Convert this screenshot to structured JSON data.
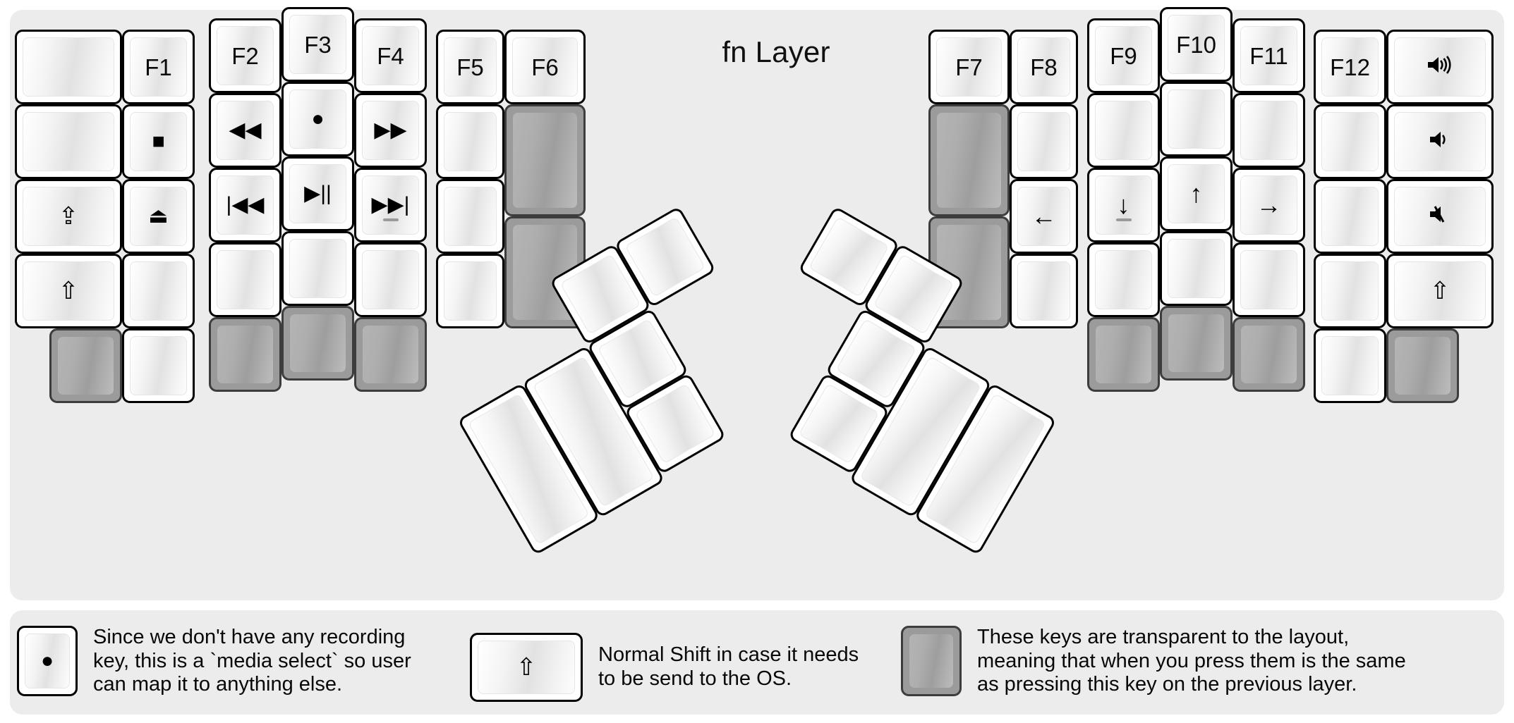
{
  "title": "fn Layer",
  "colors": {
    "background": "#ffffff",
    "panel": "#ececec",
    "key_face": "#ffffff",
    "key_border": "#000000",
    "transparent_key": "#9b9b9b",
    "text": "#0b0b0b"
  },
  "icons": {
    "record": "●",
    "stop": "■",
    "eject": "⏏",
    "rewind": "◀◀",
    "fast_forward": "▶▶",
    "previous_track": "|◀◀",
    "play_pause": "▶||",
    "next_track": "▶▶|",
    "caps_lock": "⇪",
    "shift": "⇧",
    "arrow_left": "←",
    "arrow_down": "↓",
    "arrow_up": "↑",
    "arrow_right": "→",
    "volume_up": "🔊",
    "volume_down": "🔉",
    "mute": "🔇"
  },
  "left_half": {
    "columns": [
      {
        "name": "col-pinky-outer",
        "keys": [
          {
            "legend": "",
            "icon": "",
            "type": "blank"
          },
          {
            "legend": "",
            "icon": "",
            "type": "blank"
          },
          {
            "legend": "",
            "icon": "caps-lock-icon",
            "type": "icon"
          },
          {
            "legend": "",
            "icon": "shift-icon",
            "type": "icon"
          },
          {
            "legend": "",
            "icon": "",
            "type": "transparent"
          }
        ]
      },
      {
        "name": "col-pinky",
        "keys": [
          {
            "legend": "F1",
            "icon": "",
            "type": "text"
          },
          {
            "legend": "",
            "icon": "stop-icon",
            "type": "icon"
          },
          {
            "legend": "",
            "icon": "eject-icon",
            "type": "icon"
          },
          {
            "legend": "",
            "icon": "",
            "type": "blank"
          },
          {
            "legend": "",
            "icon": "",
            "type": "blank"
          }
        ]
      },
      {
        "name": "col-ring",
        "keys": [
          {
            "legend": "F2",
            "icon": "",
            "type": "text"
          },
          {
            "legend": "",
            "icon": "rewind-icon",
            "type": "icon"
          },
          {
            "legend": "",
            "icon": "previous-track-icon",
            "type": "icon"
          },
          {
            "legend": "",
            "icon": "",
            "type": "blank"
          },
          {
            "legend": "",
            "icon": "",
            "type": "transparent"
          }
        ]
      },
      {
        "name": "col-middle",
        "keys": [
          {
            "legend": "F3",
            "icon": "",
            "type": "text"
          },
          {
            "legend": "",
            "icon": "record-icon",
            "type": "icon"
          },
          {
            "legend": "",
            "icon": "play-pause-icon",
            "type": "icon"
          },
          {
            "legend": "",
            "icon": "",
            "type": "blank"
          },
          {
            "legend": "",
            "icon": "",
            "type": "transparent"
          }
        ]
      },
      {
        "name": "col-index",
        "keys": [
          {
            "legend": "F4",
            "icon": "",
            "type": "text"
          },
          {
            "legend": "",
            "icon": "fast-forward-icon",
            "type": "icon"
          },
          {
            "legend": "",
            "icon": "next-track-icon",
            "type": "icon",
            "homing": true
          },
          {
            "legend": "",
            "icon": "",
            "type": "blank"
          },
          {
            "legend": "",
            "icon": "",
            "type": "transparent"
          }
        ]
      },
      {
        "name": "col-index-inner",
        "keys": [
          {
            "legend": "F5",
            "icon": "",
            "type": "text"
          },
          {
            "legend": "",
            "icon": "",
            "type": "blank"
          },
          {
            "legend": "",
            "icon": "",
            "type": "blank"
          },
          {
            "legend": "",
            "icon": "",
            "type": "blank"
          }
        ]
      },
      {
        "name": "col-thumb-outer",
        "keys": [
          {
            "legend": "F6",
            "icon": "",
            "type": "text"
          },
          {
            "legend": "",
            "icon": "",
            "type": "transparent"
          },
          {
            "legend": "",
            "icon": "",
            "type": "transparent"
          }
        ]
      }
    ],
    "thumb_cluster": {
      "name": "left-thumb-cluster",
      "rotation_deg": -30,
      "keys": [
        {
          "legend": "",
          "icon": "",
          "type": "blank",
          "size": "1.5u-tall"
        },
        {
          "legend": "",
          "icon": "",
          "type": "blank",
          "size": "1.5u-tall"
        },
        {
          "legend": "",
          "icon": "",
          "type": "blank",
          "size": "1u"
        },
        {
          "legend": "",
          "icon": "",
          "type": "blank",
          "size": "1u"
        },
        {
          "legend": "",
          "icon": "",
          "type": "blank",
          "size": "1u"
        },
        {
          "legend": "",
          "icon": "",
          "type": "blank",
          "size": "1u"
        }
      ]
    }
  },
  "right_half": {
    "columns": [
      {
        "name": "col-thumb-outer",
        "keys": [
          {
            "legend": "F7",
            "icon": "",
            "type": "text"
          },
          {
            "legend": "",
            "icon": "",
            "type": "transparent"
          },
          {
            "legend": "",
            "icon": "",
            "type": "transparent"
          }
        ]
      },
      {
        "name": "col-index-inner",
        "keys": [
          {
            "legend": "F8",
            "icon": "",
            "type": "text"
          },
          {
            "legend": "",
            "icon": "",
            "type": "blank"
          },
          {
            "legend": "",
            "icon": "arrow-left-icon",
            "type": "icon"
          },
          {
            "legend": "",
            "icon": "",
            "type": "blank"
          }
        ]
      },
      {
        "name": "col-index",
        "keys": [
          {
            "legend": "F9",
            "icon": "",
            "type": "text"
          },
          {
            "legend": "",
            "icon": "",
            "type": "blank"
          },
          {
            "legend": "",
            "icon": "arrow-down-icon",
            "type": "icon",
            "homing": true
          },
          {
            "legend": "",
            "icon": "",
            "type": "blank"
          },
          {
            "legend": "",
            "icon": "",
            "type": "transparent"
          }
        ]
      },
      {
        "name": "col-middle",
        "keys": [
          {
            "legend": "F10",
            "icon": "",
            "type": "text"
          },
          {
            "legend": "",
            "icon": "",
            "type": "blank"
          },
          {
            "legend": "",
            "icon": "arrow-up-icon",
            "type": "icon"
          },
          {
            "legend": "",
            "icon": "",
            "type": "blank"
          },
          {
            "legend": "",
            "icon": "",
            "type": "transparent"
          }
        ]
      },
      {
        "name": "col-ring",
        "keys": [
          {
            "legend": "F11",
            "icon": "",
            "type": "text"
          },
          {
            "legend": "",
            "icon": "",
            "type": "blank"
          },
          {
            "legend": "",
            "icon": "arrow-right-icon",
            "type": "icon"
          },
          {
            "legend": "",
            "icon": "",
            "type": "blank"
          },
          {
            "legend": "",
            "icon": "",
            "type": "transparent"
          }
        ]
      },
      {
        "name": "col-pinky",
        "keys": [
          {
            "legend": "F12",
            "icon": "",
            "type": "text"
          },
          {
            "legend": "",
            "icon": "",
            "type": "blank"
          },
          {
            "legend": "",
            "icon": "",
            "type": "blank"
          },
          {
            "legend": "",
            "icon": "",
            "type": "blank"
          },
          {
            "legend": "",
            "icon": "",
            "type": "blank"
          }
        ]
      },
      {
        "name": "col-pinky-outer",
        "keys": [
          {
            "legend": "",
            "icon": "volume-up-icon",
            "type": "icon"
          },
          {
            "legend": "",
            "icon": "volume-down-icon",
            "type": "icon"
          },
          {
            "legend": "",
            "icon": "mute-icon",
            "type": "icon"
          },
          {
            "legend": "",
            "icon": "shift-icon",
            "type": "icon"
          },
          {
            "legend": "",
            "icon": "",
            "type": "transparent"
          }
        ]
      }
    ],
    "thumb_cluster": {
      "name": "right-thumb-cluster",
      "rotation_deg": 30,
      "keys": [
        {
          "legend": "",
          "icon": "",
          "type": "blank",
          "size": "1u"
        },
        {
          "legend": "",
          "icon": "",
          "type": "blank",
          "size": "1u"
        },
        {
          "legend": "",
          "icon": "",
          "type": "blank",
          "size": "1u"
        },
        {
          "legend": "",
          "icon": "",
          "type": "blank",
          "size": "1u"
        },
        {
          "legend": "",
          "icon": "",
          "type": "blank",
          "size": "1.5u-tall"
        },
        {
          "legend": "",
          "icon": "",
          "type": "blank",
          "size": "1.5u-tall"
        }
      ]
    }
  },
  "legend": [
    {
      "key_icon": "record-icon",
      "key_type": "normal",
      "text": "Since we don't have any recording\nkey, this is a `media select` so user\ncan map it to anything else."
    },
    {
      "key_icon": "shift-icon",
      "key_type": "normal",
      "text": "Normal Shift in case it needs\nto be send to the OS."
    },
    {
      "key_icon": "",
      "key_type": "transparent",
      "text": "These keys are transparent to the layout,\nmeaning that when you press them is the same\nas pressing this key on the previous layer."
    }
  ]
}
